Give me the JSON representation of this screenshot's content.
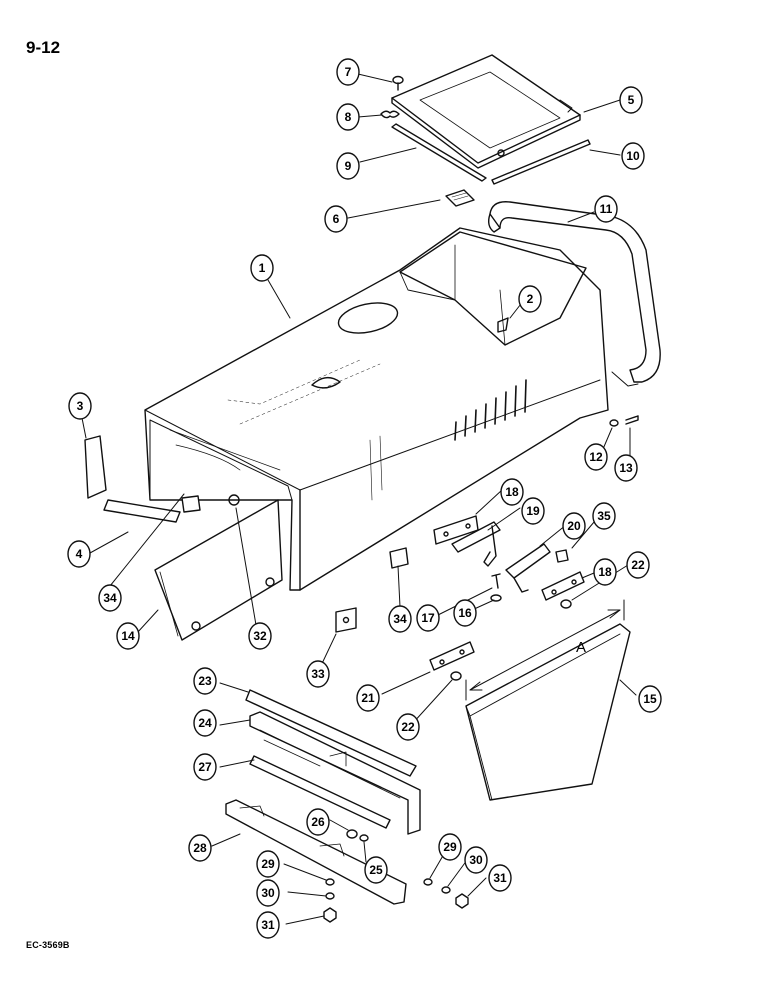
{
  "page": {
    "section": "9-12",
    "figure_code": "EC-3569B"
  },
  "dimension_label": "A",
  "callouts": [
    {
      "id": "c1",
      "label": "1"
    },
    {
      "id": "c2",
      "label": "2"
    },
    {
      "id": "c3",
      "label": "3"
    },
    {
      "id": "c4",
      "label": "4"
    },
    {
      "id": "c5",
      "label": "5"
    },
    {
      "id": "c6",
      "label": "6"
    },
    {
      "id": "c7",
      "label": "7"
    },
    {
      "id": "c8",
      "label": "8"
    },
    {
      "id": "c9",
      "label": "9"
    },
    {
      "id": "c10",
      "label": "10"
    },
    {
      "id": "c11",
      "label": "11"
    },
    {
      "id": "c12",
      "label": "12"
    },
    {
      "id": "c13",
      "label": "13"
    },
    {
      "id": "c14",
      "label": "14"
    },
    {
      "id": "c15",
      "label": "15"
    },
    {
      "id": "c16",
      "label": "16"
    },
    {
      "id": "c17",
      "label": "17"
    },
    {
      "id": "c18a",
      "label": "18"
    },
    {
      "id": "c18b",
      "label": "18"
    },
    {
      "id": "c19",
      "label": "19"
    },
    {
      "id": "c20",
      "label": "20"
    },
    {
      "id": "c21",
      "label": "21"
    },
    {
      "id": "c22a",
      "label": "22"
    },
    {
      "id": "c22b",
      "label": "22"
    },
    {
      "id": "c23",
      "label": "23"
    },
    {
      "id": "c24",
      "label": "24"
    },
    {
      "id": "c25",
      "label": "25"
    },
    {
      "id": "c26",
      "label": "26"
    },
    {
      "id": "c27",
      "label": "27"
    },
    {
      "id": "c28",
      "label": "28"
    },
    {
      "id": "c29a",
      "label": "29"
    },
    {
      "id": "c29b",
      "label": "29"
    },
    {
      "id": "c30a",
      "label": "30"
    },
    {
      "id": "c30b",
      "label": "30"
    },
    {
      "id": "c31a",
      "label": "31"
    },
    {
      "id": "c31b",
      "label": "31"
    },
    {
      "id": "c32",
      "label": "32"
    },
    {
      "id": "c33",
      "label": "33"
    },
    {
      "id": "c34a",
      "label": "34"
    },
    {
      "id": "c34b",
      "label": "34"
    },
    {
      "id": "c35",
      "label": "35"
    }
  ]
}
